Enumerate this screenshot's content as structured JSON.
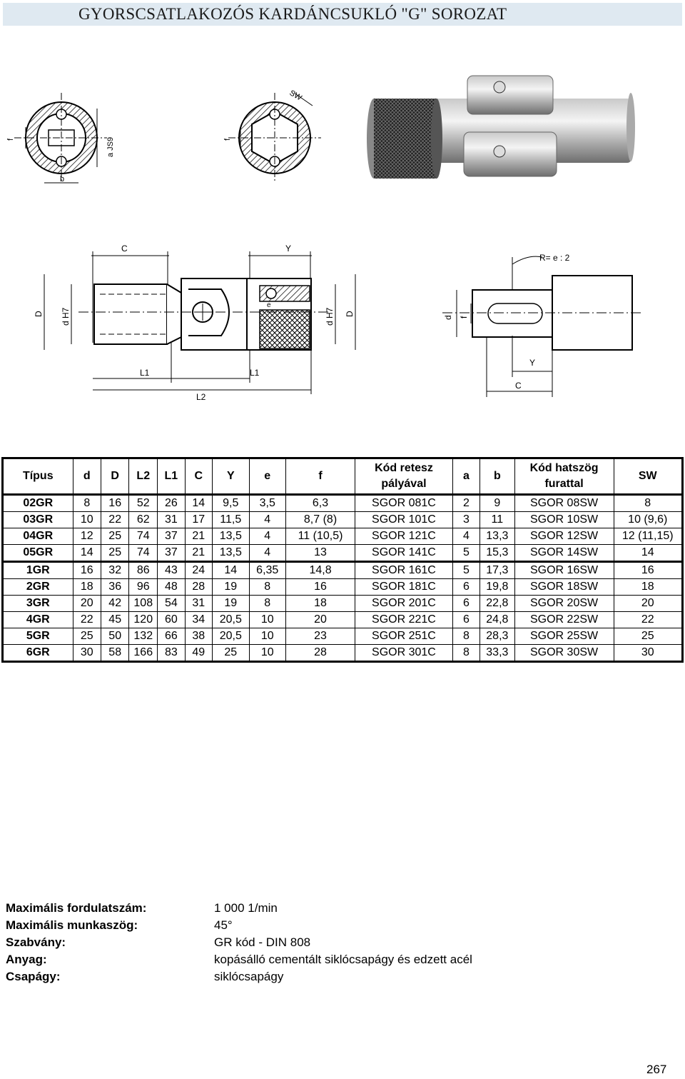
{
  "title": "GYORSCSATLAKOZÓS KARDÁNCSUKLÓ \"G\" SOROZAT",
  "drawing_labels": {
    "sw": "SW",
    "a_js9": "a JS9",
    "f": "f",
    "b": "b",
    "c": "C",
    "y": "Y",
    "d": "D",
    "d_h7": "d H7",
    "e": "e",
    "l1": "L1",
    "l2": "L2",
    "r": "R= e : 2",
    "d_small": "d"
  },
  "table": {
    "headers": {
      "tipus": "Típus",
      "d": "d",
      "D": "D",
      "L2": "L2",
      "L1": "L1",
      "C": "C",
      "Y": "Y",
      "e": "e",
      "f": "f",
      "kod_retesz_1": "Kód retesz",
      "kod_retesz_2": "pályával",
      "a": "a",
      "b": "b",
      "kod_hatszog_1": "Kód hatszög",
      "kod_hatszog_2": "furattal",
      "SW": "SW"
    },
    "rows": [
      [
        "02GR",
        "8",
        "16",
        "52",
        "26",
        "14",
        "9,5",
        "3,5",
        "6,3",
        "SGOR 081C",
        "2",
        "9",
        "SGOR 08SW",
        "8"
      ],
      [
        "03GR",
        "10",
        "22",
        "62",
        "31",
        "17",
        "11,5",
        "4",
        "8,7 (8)",
        "SGOR 101C",
        "3",
        "11",
        "SGOR 10SW",
        "10 (9,6)"
      ],
      [
        "04GR",
        "12",
        "25",
        "74",
        "37",
        "21",
        "13,5",
        "4",
        "11 (10,5)",
        "SGOR 121C",
        "4",
        "13,3",
        "SGOR 12SW",
        "12 (11,15)"
      ],
      [
        "05GR",
        "14",
        "25",
        "74",
        "37",
        "21",
        "13,5",
        "4",
        "13",
        "SGOR 141C",
        "5",
        "15,3",
        "SGOR 14SW",
        "14"
      ],
      [
        "1GR",
        "16",
        "32",
        "86",
        "43",
        "24",
        "14",
        "6,35",
        "14,8",
        "SGOR 161C",
        "5",
        "17,3",
        "SGOR 16SW",
        "16"
      ],
      [
        "2GR",
        "18",
        "36",
        "96",
        "48",
        "28",
        "19",
        "8",
        "16",
        "SGOR 181C",
        "6",
        "19,8",
        "SGOR 18SW",
        "18"
      ],
      [
        "3GR",
        "20",
        "42",
        "108",
        "54",
        "31",
        "19",
        "8",
        "18",
        "SGOR 201C",
        "6",
        "22,8",
        "SGOR 20SW",
        "20"
      ],
      [
        "4GR",
        "22",
        "45",
        "120",
        "60",
        "34",
        "20,5",
        "10",
        "20",
        "SGOR 221C",
        "6",
        "24,8",
        "SGOR 22SW",
        "22"
      ],
      [
        "5GR",
        "25",
        "50",
        "132",
        "66",
        "38",
        "20,5",
        "10",
        "23",
        "SGOR 251C",
        "8",
        "28,3",
        "SGOR 25SW",
        "25"
      ],
      [
        "6GR",
        "30",
        "58",
        "166",
        "83",
        "49",
        "25",
        "10",
        "28",
        "SGOR 301C",
        "8",
        "33,3",
        "SGOR 30SW",
        "30"
      ]
    ]
  },
  "properties": [
    {
      "label": "Maximális fordulatszám:",
      "value": "1 000 1/min"
    },
    {
      "label": "Maximális munkaszög:",
      "value": "45°"
    },
    {
      "label": "Szabvány:",
      "value": "GR kód - DIN 808"
    },
    {
      "label": "Anyag:",
      "value": "kopásálló cementált siklócsapágy és edzett acél"
    },
    {
      "label": "Csapágy:",
      "value": "siklócsapágy"
    }
  ],
  "page_number": "267"
}
